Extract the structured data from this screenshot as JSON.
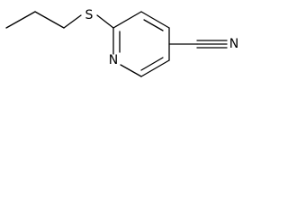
{
  "molecule": {
    "atoms": {
      "sulfur": "S",
      "ring_nitrogen": "N",
      "nitrile_nitrogen": "N"
    }
  },
  "colors": {
    "ink": "#000000",
    "background": "#ffffff"
  }
}
